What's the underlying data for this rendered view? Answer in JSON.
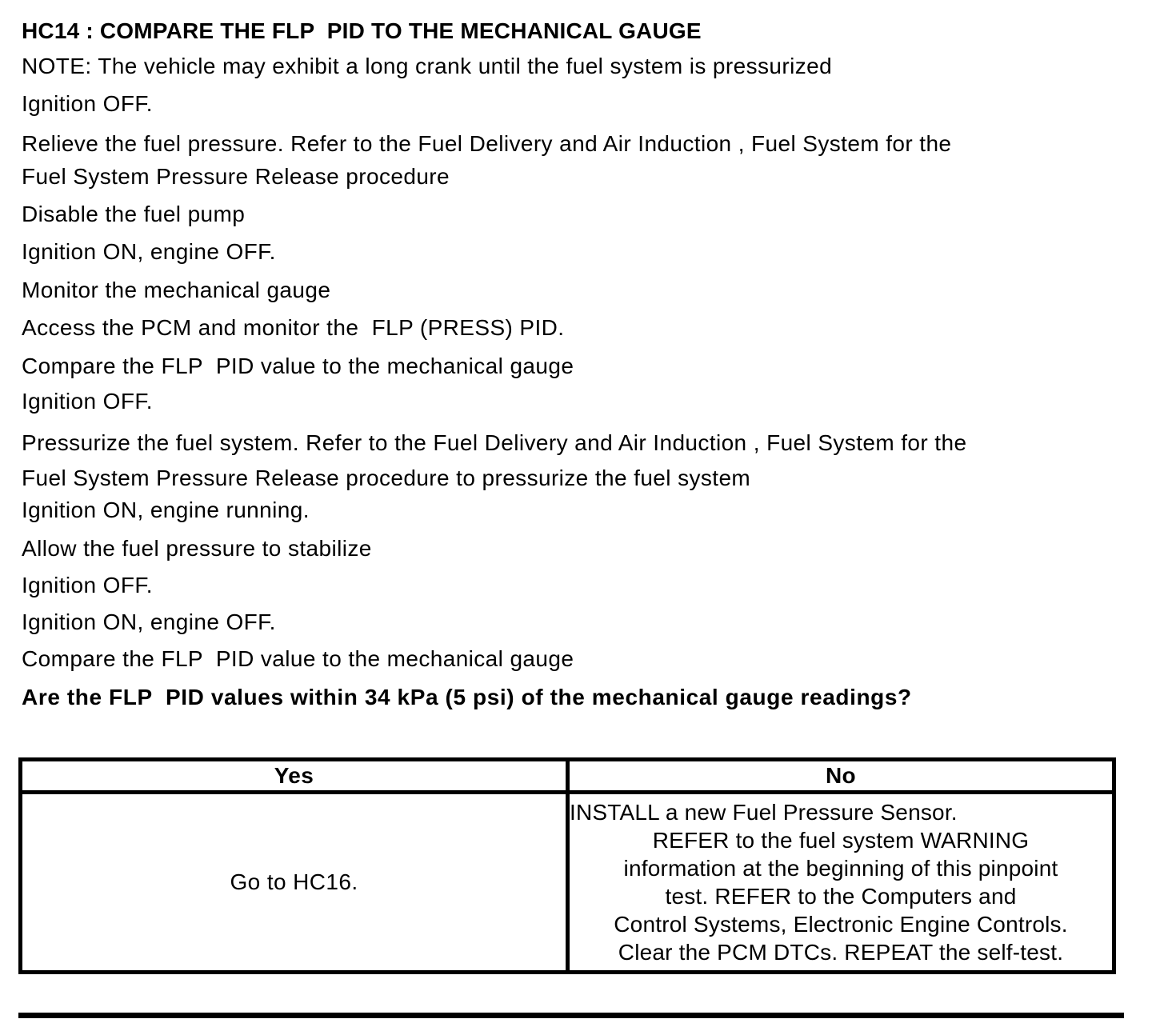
{
  "page": {
    "background_color": "#ffffff",
    "text_color": "#000000",
    "border_color": "#000000"
  },
  "heading": "HC14 : COMPARE THE FLP  PID TO THE MECHANICAL GAUGE",
  "note": "NOTE: The vehicle may exhibit a long crank until the fuel system is pressurized",
  "steps": {
    "ignition_off_1": "Ignition OFF.",
    "relieve_line1": "Relieve the fuel pressure. Refer to the Fuel Delivery and Air Induction , Fuel System for the",
    "relieve_line2": "Fuel System Pressure Release procedure",
    "disable_pump": "Disable the fuel pump",
    "ignition_on_engine_off_1": "Ignition ON, engine OFF.",
    "monitor_gauge": "Monitor the mechanical gauge",
    "access_pcm": "Access the PCM and monitor the  FLP (PRESS) PID.",
    "compare_1": "Compare the FLP  PID value to the mechanical gauge",
    "ignition_off_2": "Ignition OFF.",
    "pressurize_line1": "Pressurize the fuel system. Refer to the Fuel Delivery and Air Induction , Fuel System for the",
    "pressurize_line2": "Fuel System Pressure Release procedure to pressurize the fuel system",
    "ignition_on_running": "Ignition ON, engine running.",
    "allow_stabilize": "Allow the fuel pressure to stabilize",
    "ignition_off_3": "Ignition OFF.",
    "ignition_on_engine_off_2": "Ignition ON, engine OFF.",
    "compare_2": "Compare the FLP  PID value to the mechanical gauge"
  },
  "question": "Are the FLP  PID values within 34 kPa (5 psi) of the mechanical gauge readings?",
  "decision_table": {
    "yes_header": "Yes",
    "no_header": "No",
    "yes_action": "Go to HC16.",
    "no_action_lines": [
      "INSTALL a new Fuel Pressure Sensor.",
      "REFER to the fuel system WARNING",
      "information at the beginning of this pinpoint",
      "test. REFER to the Computers and",
      "Control Systems, Electronic Engine Controls.",
      "Clear the PCM DTCs. REPEAT the self-test."
    ]
  }
}
